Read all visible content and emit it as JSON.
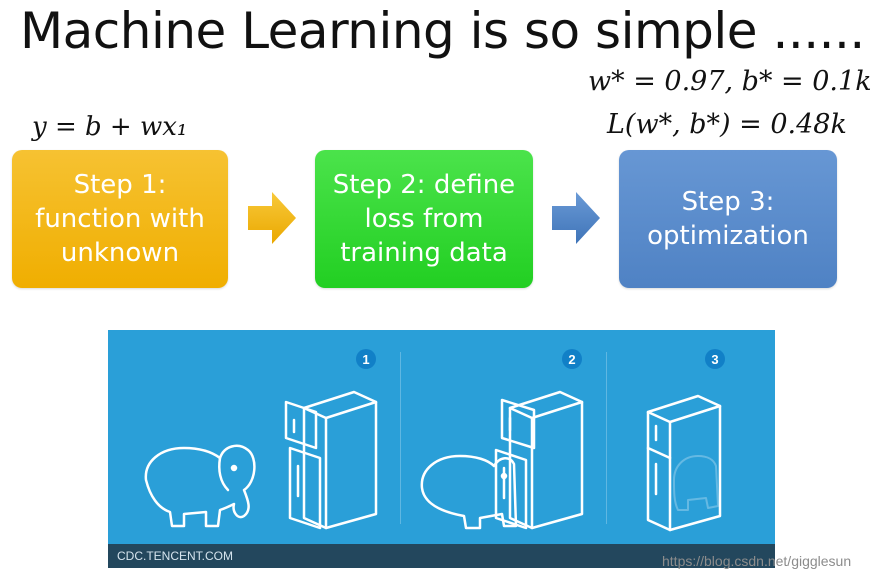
{
  "slide": {
    "title": "Machine Learning is so simple ......",
    "function_eq": "y = b + wx₁",
    "optimum_eq": "w* = 0.97, b* = 0.1k",
    "loss_eq": "L(w*, b*) = 0.48k"
  },
  "steps": [
    {
      "label": "Step 1:\nfunction with\nunknown",
      "color": "#f0ae00"
    },
    {
      "label": "Step 2: define\nloss from\ntraining data",
      "color": "#22cf22"
    },
    {
      "label": "Step 3:\noptimization",
      "color": "#4f82c4"
    }
  ],
  "arrows": [
    {
      "name": "arrow-right-icon",
      "color": "#f4b400"
    },
    {
      "name": "arrow-right-icon",
      "color": "#4a86c8"
    }
  ],
  "illustration": {
    "panel_color": "#2a9fd8",
    "panel_numbers": [
      "1",
      "2",
      "3"
    ],
    "footer": "CDC.TENCENT.COM"
  },
  "watermark": "https://blog.csdn.net/gigglesun"
}
